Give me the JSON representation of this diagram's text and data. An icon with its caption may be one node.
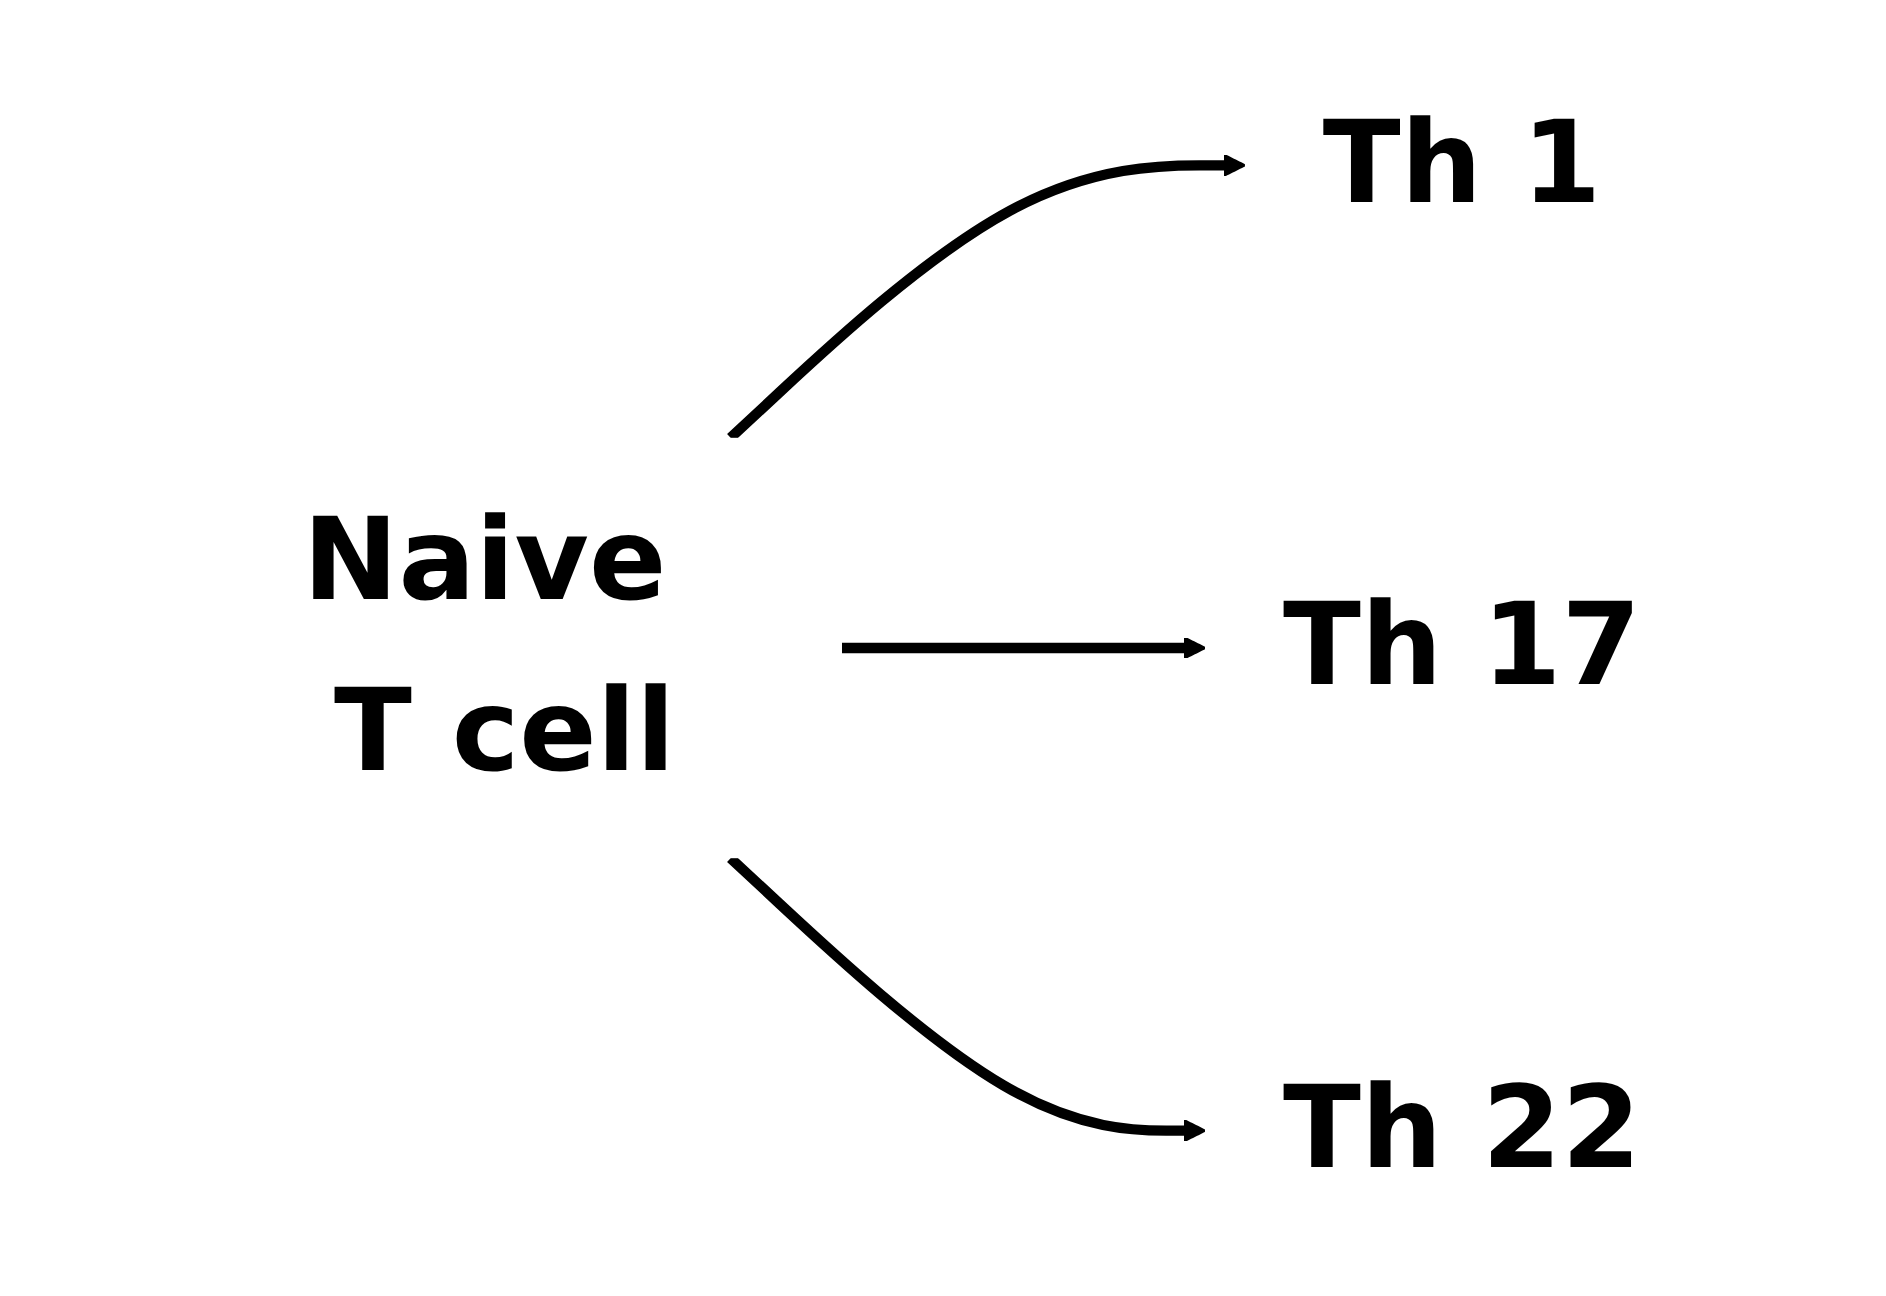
{
  "diagram": {
    "nodes": [
      {
        "text": [
          "Naive T cell"
        ]
      },
      {
        "text": [
          "Th 1"
        ]
      },
      {
        "text": [
          "Th 17"
        ]
      },
      {
        "text": [
          "Th 22"
        ]
      }
    ],
    "edges": [
      {
        "from": 0,
        "to": 1,
        "arrow": "to"
      },
      {
        "from": 0,
        "to": 2,
        "arrow": "to"
      },
      {
        "from": 0,
        "to": 3,
        "arrow": "to"
      }
    ]
  }
}
